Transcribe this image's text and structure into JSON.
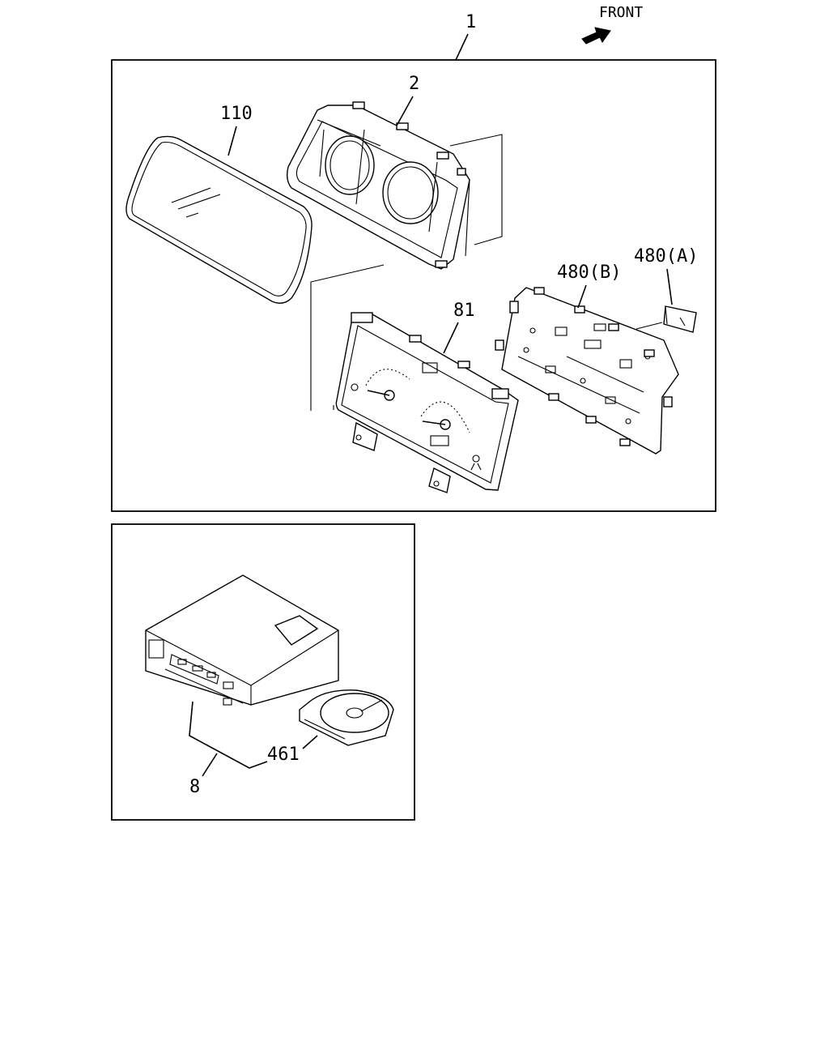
{
  "front_label": "FRONT",
  "callouts": {
    "assembly": "1",
    "bezel": "2",
    "lens": "110",
    "dial": "81",
    "board_b": "480(B)",
    "board_a": "480(A)",
    "player": "8",
    "disc": "461"
  },
  "icons": {
    "front_arrow": "front-arrow-icon"
  }
}
